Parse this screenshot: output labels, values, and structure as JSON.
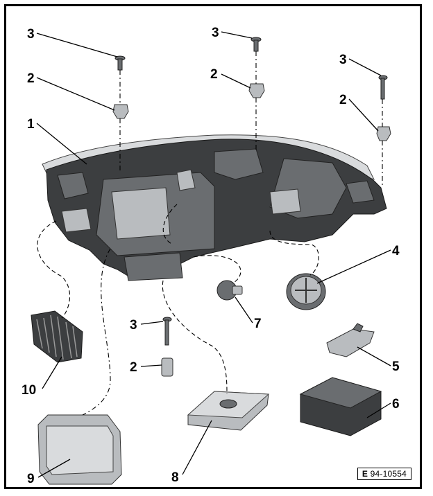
{
  "callouts": {
    "c1": "1",
    "c2a": "2",
    "c2b": "2",
    "c2c": "2",
    "c2d": "2",
    "c3a": "3",
    "c3b": "3",
    "c3c": "3",
    "c3d": "3",
    "c4": "4",
    "c5": "5",
    "c6": "6",
    "c7": "7",
    "c8": "8",
    "c9": "9",
    "c10": "10"
  },
  "reference": {
    "prefix": "E",
    "number": "94-10554"
  }
}
